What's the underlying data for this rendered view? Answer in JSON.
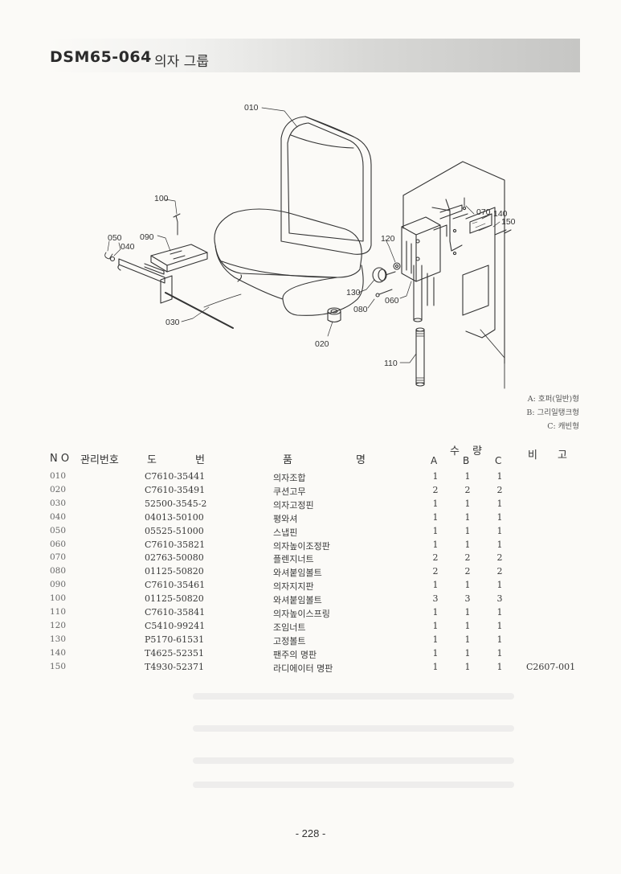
{
  "header": {
    "code": "DSM65-064",
    "title": "의자 그룹"
  },
  "callouts": {
    "c010": "010",
    "c100": "100",
    "c050": "050",
    "c040": "040",
    "c090": "090",
    "c030": "030",
    "c020": "020",
    "c120": "120",
    "c130": "130",
    "c080": "080",
    "c060": "060",
    "c070": "070",
    "c140": "140",
    "c150": "150",
    "c110": "110"
  },
  "legend": {
    "a": "A: 호퍼(일반)형",
    "b": "B: 그리일탱크형",
    "c": "C: 캐빈형"
  },
  "table": {
    "headers": {
      "no": "N O",
      "mgmt": "관리번호",
      "do": "도",
      "beon": "번",
      "pum": "품",
      "myeong": "명",
      "su": "수",
      "ryang": "량",
      "a": "A",
      "b": "B",
      "c": "C",
      "bi": "비",
      "go": "고"
    },
    "rows": [
      {
        "no": "010",
        "code": "C7610-35441",
        "name": "의자조합",
        "a": "1",
        "b": "1",
        "c": "1",
        "note": ""
      },
      {
        "no": "020",
        "code": "C7610-35491",
        "name": "쿠션고무",
        "a": "2",
        "b": "2",
        "c": "2",
        "note": ""
      },
      {
        "no": "030",
        "code": "52500-3545-2",
        "name": "의자고정핀",
        "a": "1",
        "b": "1",
        "c": "1",
        "note": ""
      },
      {
        "no": "040",
        "code": "04013-50100",
        "name": "평와셔",
        "a": "1",
        "b": "1",
        "c": "1",
        "note": ""
      },
      {
        "no": "050",
        "code": "05525-51000",
        "name": "스냅핀",
        "a": "1",
        "b": "1",
        "c": "1",
        "note": ""
      },
      {
        "no": "060",
        "code": "C7610-35821",
        "name": "의자높이조정판",
        "a": "1",
        "b": "1",
        "c": "1",
        "note": ""
      },
      {
        "no": "070",
        "code": "02763-50080",
        "name": "플렌지너트",
        "a": "2",
        "b": "2",
        "c": "2",
        "note": ""
      },
      {
        "no": "080",
        "code": "01125-50820",
        "name": "와셔붙임볼트",
        "a": "2",
        "b": "2",
        "c": "2",
        "note": ""
      },
      {
        "no": "090",
        "code": "C7610-35461",
        "name": "의자지지판",
        "a": "1",
        "b": "1",
        "c": "1",
        "note": ""
      },
      {
        "no": "100",
        "code": "01125-50820",
        "name": "와셔붙임볼트",
        "a": "3",
        "b": "3",
        "c": "3",
        "note": ""
      },
      {
        "no": "110",
        "code": "C7610-35841",
        "name": "의자높이스프링",
        "a": "1",
        "b": "1",
        "c": "1",
        "note": ""
      },
      {
        "no": "120",
        "code": "C5410-99241",
        "name": "조임너트",
        "a": "1",
        "b": "1",
        "c": "1",
        "note": ""
      },
      {
        "no": "130",
        "code": "P5170-61531",
        "name": "고정볼트",
        "a": "1",
        "b": "1",
        "c": "1",
        "note": ""
      },
      {
        "no": "140",
        "code": "T4625-52351",
        "name": "팬주의 명판",
        "a": "1",
        "b": "1",
        "c": "1",
        "note": ""
      },
      {
        "no": "150",
        "code": "T4930-52371",
        "name": "라디에이터 명판",
        "a": "1",
        "b": "1",
        "c": "1",
        "note": "C2607-001"
      }
    ]
  },
  "footer": {
    "page": "- 228 -"
  }
}
